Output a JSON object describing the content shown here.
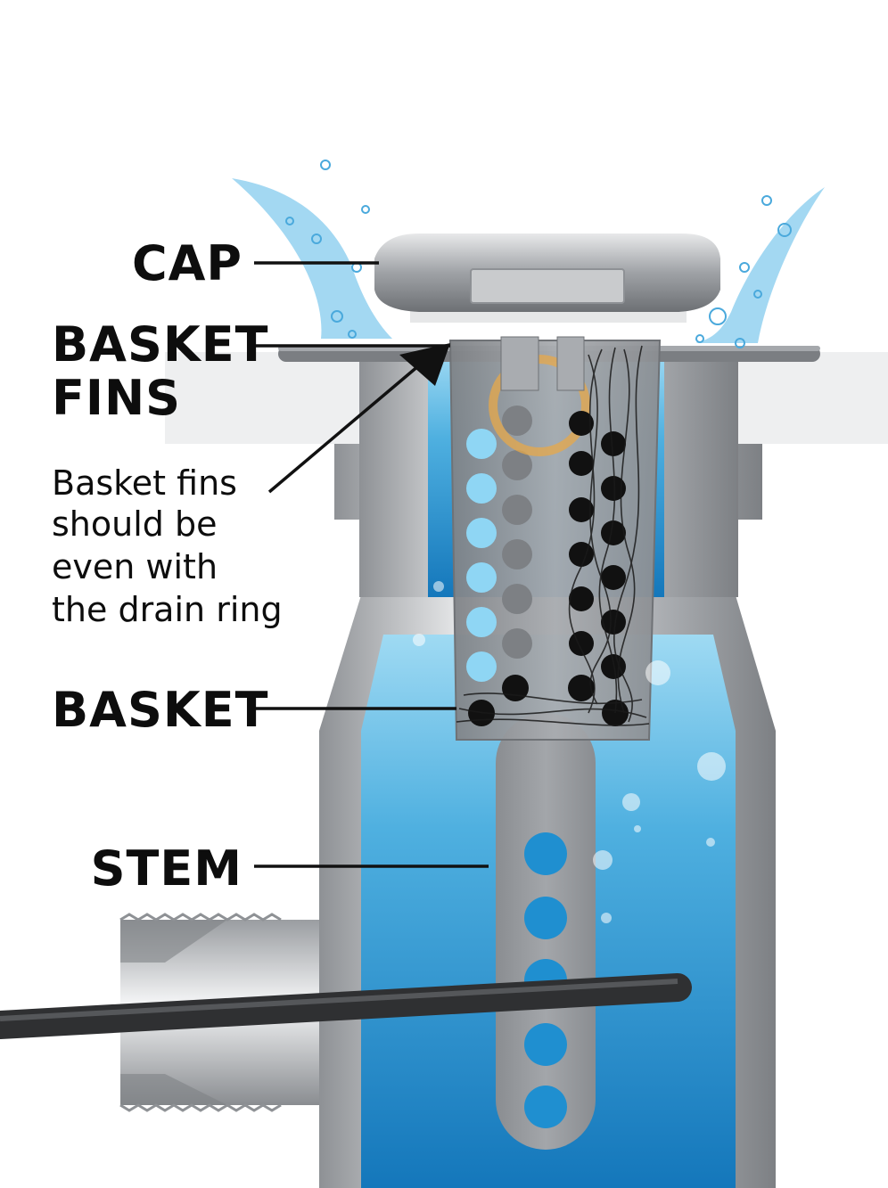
{
  "labels": {
    "cap": "CAP",
    "basket_fins_line1": "BASKET",
    "basket_fins_line2": "FINS",
    "note_line1": "Basket fins",
    "note_line2": "should be",
    "note_line3": "even with",
    "note_line4": "the drain ring",
    "basket": "BASKET",
    "stem": "STEM"
  },
  "colors": {
    "water_light": "#8fd3f0",
    "water_deep": "#1a86c8",
    "metal": "#b9bcc0",
    "metal_dark": "#6e7175",
    "basket_gray": "#8c8f93",
    "hair": "#111111",
    "cable": "#3a3b3d",
    "text": "#0d0d0d"
  }
}
